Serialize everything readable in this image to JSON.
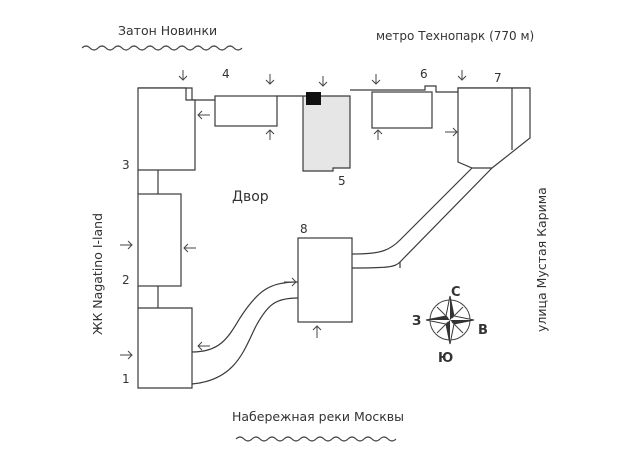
{
  "labels": {
    "top_left": "Затон Новинки",
    "top_right": "метро Технопарк (770 м)",
    "bottom": "Набережная реки Москвы",
    "left_vertical": "ЖК Nagatino I-land",
    "right_vertical": "улица Мустая Карима",
    "yard": "Двор"
  },
  "building_numbers": [
    "1",
    "2",
    "3",
    "4",
    "5",
    "6",
    "7",
    "8"
  ],
  "compass": {
    "north": "С",
    "south": "Ю",
    "west": "З",
    "east": "В"
  },
  "colors": {
    "line": "#3a3a3a",
    "highlight_fill": "#e6e6e6",
    "marker": "#111111"
  }
}
